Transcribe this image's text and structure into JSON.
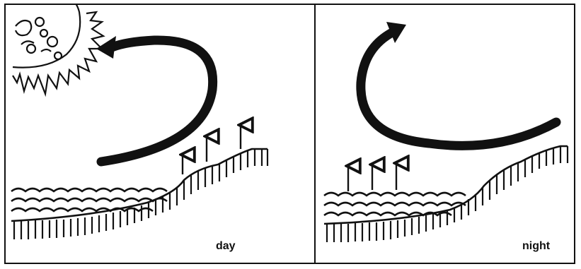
{
  "figure": {
    "day_label": "day",
    "night_label": "night"
  },
  "colors": {
    "ink": "#111111",
    "background": "#ffffff"
  },
  "icons": [
    "sun-icon",
    "circulation-arrow-icon",
    "rising-air-arrow-icon",
    "sea-waves",
    "land-slope"
  ]
}
